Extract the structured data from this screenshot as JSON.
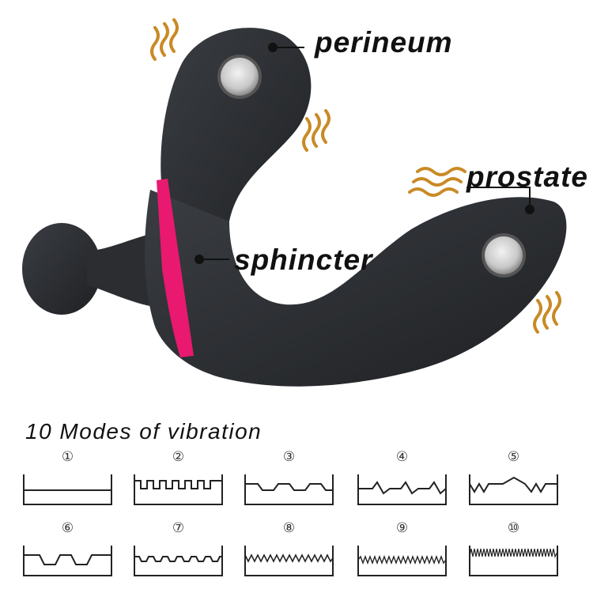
{
  "labels": {
    "perineum": "perineum",
    "prostate": "prostate",
    "sphincter": "sphincter"
  },
  "section_title": "10 Modes of vibration",
  "modes": [
    {
      "num": "①"
    },
    {
      "num": "②"
    },
    {
      "num": "③"
    },
    {
      "num": "④"
    },
    {
      "num": "⑤"
    },
    {
      "num": "⑥"
    },
    {
      "num": "⑦"
    },
    {
      "num": "⑧"
    },
    {
      "num": "⑨"
    },
    {
      "num": "⑩"
    }
  ],
  "colors": {
    "body": "#2b2d31",
    "band": "#e8196e",
    "button": "#cfcfcf",
    "wave_marks": "#c98a25",
    "label_text": "#111111"
  }
}
